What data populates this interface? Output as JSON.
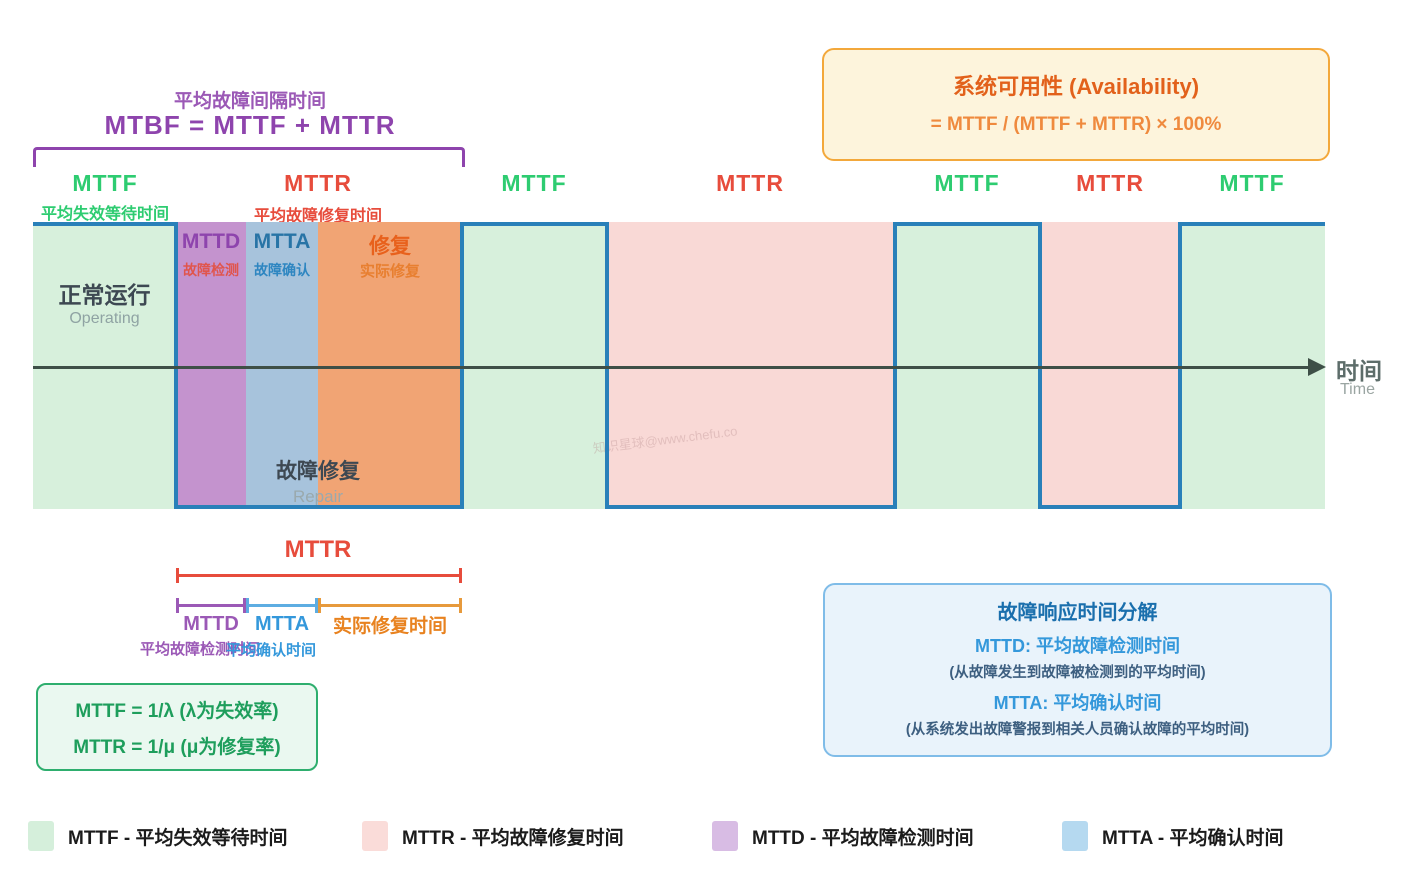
{
  "mtbf_header": {
    "subtitle": "平均故障间隔时间",
    "formula": "MTBF = MTTF + MTTR"
  },
  "availability_box": {
    "title": "系统可用性 (Availability)",
    "formula": "= MTTF / (MTTF + MTTR) × 100%"
  },
  "segment_labels": [
    {
      "label": "MTTF",
      "sub": "平均失效等待时间"
    },
    {
      "label": "MTTR",
      "sub": "平均故障修复时间"
    },
    {
      "label": "MTTF"
    },
    {
      "label": "MTTR"
    },
    {
      "label": "MTTF"
    },
    {
      "label": "MTTR"
    },
    {
      "label": "MTTF"
    }
  ],
  "timeline": {
    "operating": {
      "title": "正常运行",
      "subtitle": "Operating"
    },
    "mttd": {
      "label": "MTTD",
      "sub": "故障检测"
    },
    "mtta": {
      "label": "MTTA",
      "sub": "故障确认"
    },
    "repair_phase": {
      "label": "修复",
      "sub": "实际修复"
    },
    "failure_repair": {
      "title": "故障修复",
      "subtitle": "Repair"
    },
    "axis": {
      "label": "时间",
      "sublabel": "Time"
    }
  },
  "watermark": "知识星球@www.chefu.co",
  "mttr_breakdown": {
    "title": "MTTR",
    "mttd_label": "MTTD",
    "mtta_label": "MTTA",
    "repair_label": "实际修复时间",
    "mttd_sub": "平均故障检测时间",
    "mtta_sub": "平均确认时间"
  },
  "formula_box": {
    "line1": "MTTF = 1/λ (λ为失效率)",
    "line2": "MTTR = 1/μ (μ为修复率)"
  },
  "response_box": {
    "title": "故障响应时间分解",
    "mttd_line": "MTTD: 平均故障检测时间",
    "mttd_desc": "(从故障发生到故障被检测到的平均时间)",
    "mtta_line": "MTTA: 平均确认时间",
    "mtta_desc": "(从系统发出故障警报到相关人员确认故障的平均时间)"
  },
  "legend": [
    {
      "label": "MTTF - 平均失效等待时间",
      "color": "#d5efdb"
    },
    {
      "label": "MTTR - 平均故障修复时间",
      "color": "#fadcd9"
    },
    {
      "label": "MTTD - 平均故障检测时间",
      "color": "#d8bce4"
    },
    {
      "label": "MTTA - 平均确认时间",
      "color": "#b5d9f0"
    }
  ],
  "colors": {
    "mttf_fill": "#d7f0dc",
    "mttr_fill": "#f9d9d6",
    "mttd_fill": "#c493ce",
    "mtta_fill": "#a7c3dc",
    "repair_fill": "#f1a474",
    "wave_border": "#2980b9",
    "axis": "#3e4f47",
    "purple_text": "#8e44ad",
    "green_text": "#2ecc71",
    "red_text": "#e74c3c",
    "blue_text": "#3498db",
    "orange_text": "#e8611c"
  }
}
